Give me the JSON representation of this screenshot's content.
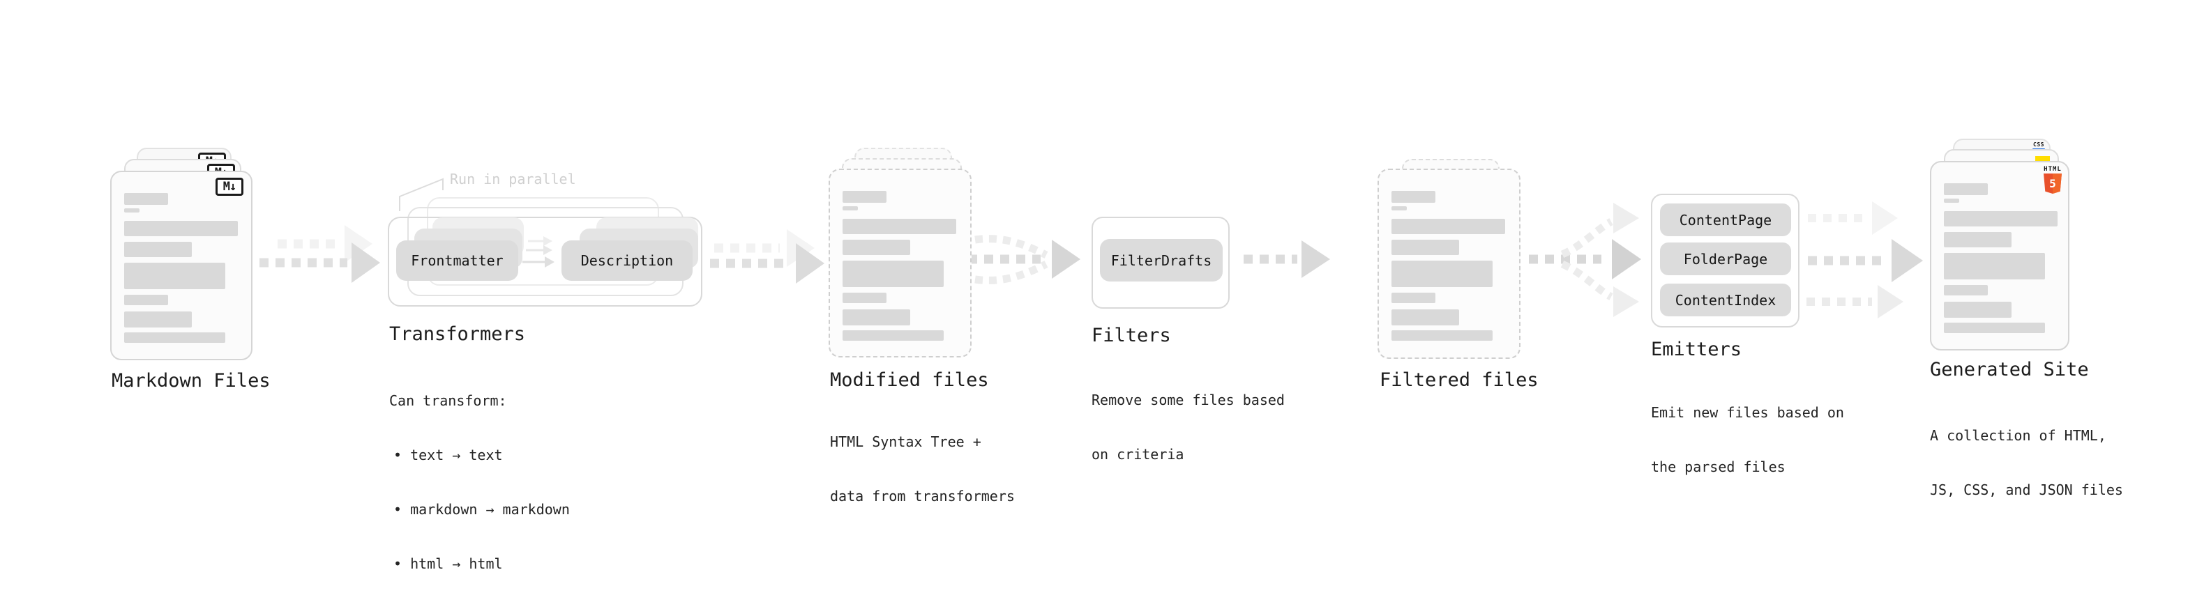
{
  "diagram": {
    "markdown_files": {
      "label": "Markdown Files",
      "file_icon": "M↓"
    },
    "transformers": {
      "label": "Transformers",
      "annotation": "Run in parallel",
      "transformer_left": "Frontmatter",
      "transformer_right": "Description",
      "caption_heading": "Can transform:",
      "bullets": [
        "• text → text",
        "• markdown → markdown",
        "• html → html"
      ]
    },
    "modified_files": {
      "label": "Modified files",
      "caption_line1": "HTML Syntax Tree +",
      "caption_line2": "data from transformers"
    },
    "filters": {
      "label": "Filters",
      "filter_name": "FilterDrafts",
      "caption_line1": "Remove some files based",
      "caption_line2": "on criteria"
    },
    "filtered_files": {
      "label": "Filtered files"
    },
    "emitters": {
      "label": "Emitters",
      "emitter_names": [
        "ContentPage",
        "FolderPage",
        "ContentIndex"
      ],
      "caption_line1": "Emit new files based on",
      "caption_line2": "the parsed files"
    },
    "generated_site": {
      "label": "Generated Site",
      "caption_line1": "A collection of HTML,",
      "caption_line2": "JS, CSS, and JSON files",
      "badge_css": "CSS",
      "badge_html": "HTML",
      "badge_html_number": "5"
    },
    "colors": {
      "html5_orange": "#e8502b",
      "js_yellow": "#ffdd00",
      "css_blue": "#1f6fe5"
    }
  }
}
